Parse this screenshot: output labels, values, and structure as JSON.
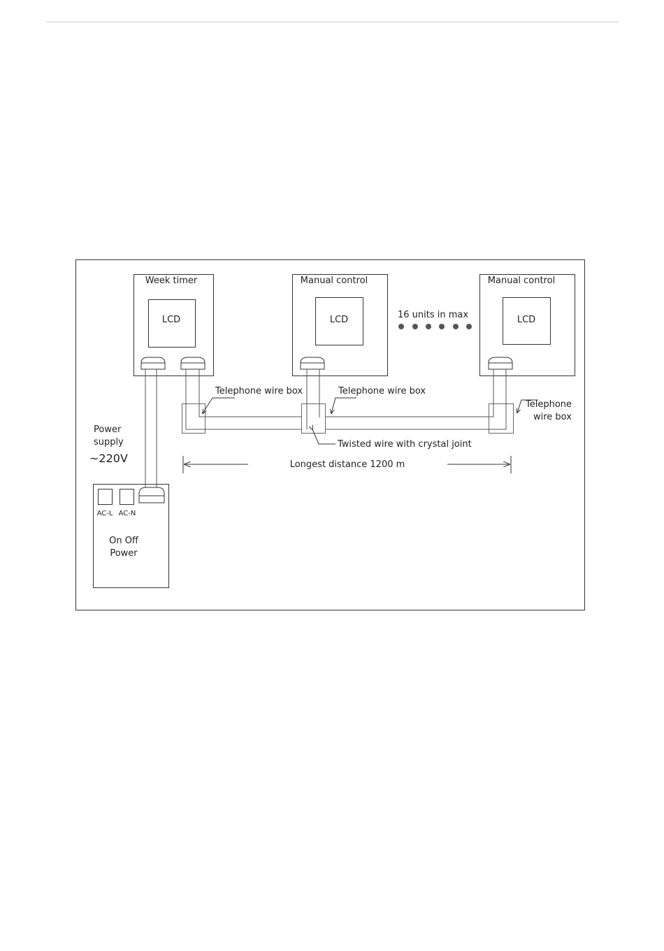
{
  "units": {
    "week_timer": {
      "title": "Week timer",
      "display": "LCD"
    },
    "manual_control_1": {
      "title": "Manual control",
      "display": "LCD"
    },
    "manual_control_2": {
      "title": "Manual control",
      "display": "LCD"
    }
  },
  "max_units_label": "16 units in max",
  "wire_box_labels": {
    "left": "Telephone wire box",
    "middle": "Telephone wire box",
    "right_line1": "Telephone",
    "right_line2": "wire box"
  },
  "twisted_wire_label": "Twisted wire with crystal joint",
  "distance_label": "Longest distance 1200 m",
  "power_supply": {
    "label_line1": "Power",
    "label_line2": "supply",
    "voltage": "~220V"
  },
  "power_box": {
    "terminal_l": "AC-L",
    "terminal_n": "AC-N",
    "label_line1": "On Off",
    "label_line2": "Power"
  }
}
